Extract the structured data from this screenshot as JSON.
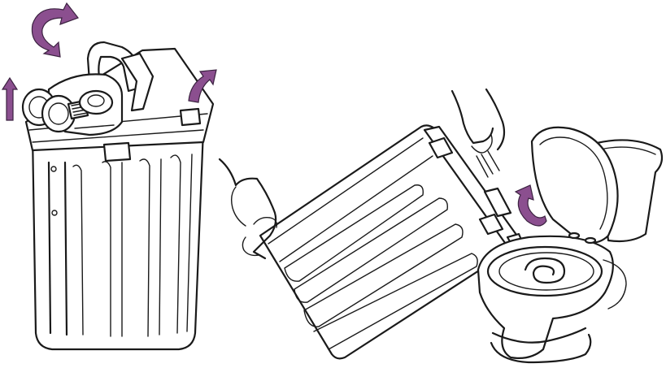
{
  "figure": {
    "panels": [
      {
        "name": "tank-with-pump-cap",
        "description_icon": "container-icon"
      },
      {
        "name": "emptying-into-toilet",
        "description_icon": "toilet-icon"
      }
    ],
    "colors": {
      "line": "#1a1a1a",
      "arrow": "#8b4f8f",
      "arrow_outline": "#3b2240",
      "background": "#ffffff"
    },
    "arrows": [
      {
        "name": "unscrew-cap-arrow",
        "icon": "rotate-counterclockwise-icon"
      },
      {
        "name": "lift-up-arrow",
        "icon": "arrow-up-icon"
      },
      {
        "name": "flip-latch-arrow",
        "icon": "curved-arrow-icon"
      },
      {
        "name": "tilt-pour-arrow",
        "icon": "curved-arrow-icon"
      }
    ]
  }
}
